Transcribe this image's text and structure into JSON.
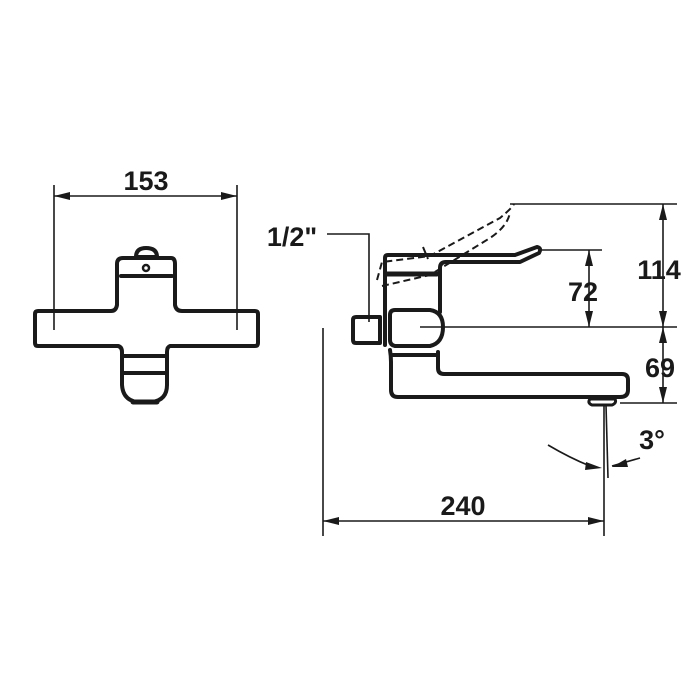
{
  "drawing": {
    "front_view": {
      "width_label": "153"
    },
    "side_view": {
      "thread_label": "1/2\"",
      "lever_height_label": "72",
      "lever_raised_height_label": "114",
      "spout_drop_label": "69",
      "angle_label": "3°",
      "projection_label": "240"
    },
    "line_color": "#1a1a1a"
  }
}
